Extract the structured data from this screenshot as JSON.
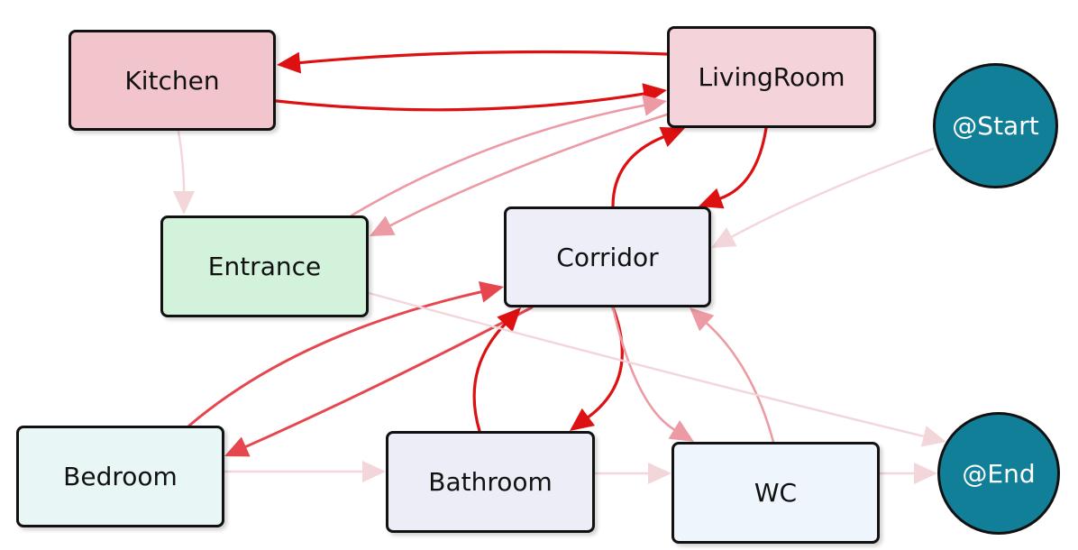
{
  "nodes": {
    "kitchen": {
      "label": "Kitchen",
      "fill": "#f2c4cc"
    },
    "livingroom": {
      "label": "LivingRoom",
      "fill": "#f4d4da"
    },
    "entrance": {
      "label": "Entrance",
      "fill": "#d3f2dc"
    },
    "corridor": {
      "label": "Corridor",
      "fill": "#eeeef8"
    },
    "bedroom": {
      "label": "Bedroom",
      "fill": "#e8f6f6"
    },
    "bathroom": {
      "label": "Bathroom",
      "fill": "#ededf8"
    },
    "wc": {
      "label": "WC",
      "fill": "#eef5fc"
    },
    "start": {
      "label": "@Start",
      "fill": "#127f99"
    },
    "end": {
      "label": "@End",
      "fill": "#127f99"
    }
  },
  "edges": [
    {
      "from": "livingroom",
      "to": "kitchen",
      "weight": "strong"
    },
    {
      "from": "kitchen",
      "to": "livingroom",
      "weight": "strong"
    },
    {
      "from": "kitchen",
      "to": "entrance",
      "weight": "faint"
    },
    {
      "from": "entrance",
      "to": "livingroom",
      "weight": "light"
    },
    {
      "from": "livingroom",
      "to": "entrance",
      "weight": "light"
    },
    {
      "from": "corridor",
      "to": "livingroom",
      "weight": "strong"
    },
    {
      "from": "livingroom",
      "to": "corridor",
      "weight": "strong"
    },
    {
      "from": "start",
      "to": "corridor",
      "weight": "faint"
    },
    {
      "from": "bedroom",
      "to": "corridor",
      "weight": "medium"
    },
    {
      "from": "corridor",
      "to": "bedroom",
      "weight": "medium"
    },
    {
      "from": "bathroom",
      "to": "corridor",
      "weight": "strong"
    },
    {
      "from": "corridor",
      "to": "bathroom",
      "weight": "strong"
    },
    {
      "from": "corridor",
      "to": "wc",
      "weight": "light"
    },
    {
      "from": "wc",
      "to": "corridor",
      "weight": "light"
    },
    {
      "from": "bedroom",
      "to": "bathroom",
      "weight": "faint"
    },
    {
      "from": "bathroom",
      "to": "wc",
      "weight": "faint"
    },
    {
      "from": "wc",
      "to": "end",
      "weight": "faint"
    },
    {
      "from": "entrance",
      "to": "end",
      "weight": "faint"
    }
  ],
  "colors": {
    "strong": "#dd1111",
    "medium": "#e6474f",
    "light": "#ec9aa3",
    "faint": "#f2d6da"
  }
}
